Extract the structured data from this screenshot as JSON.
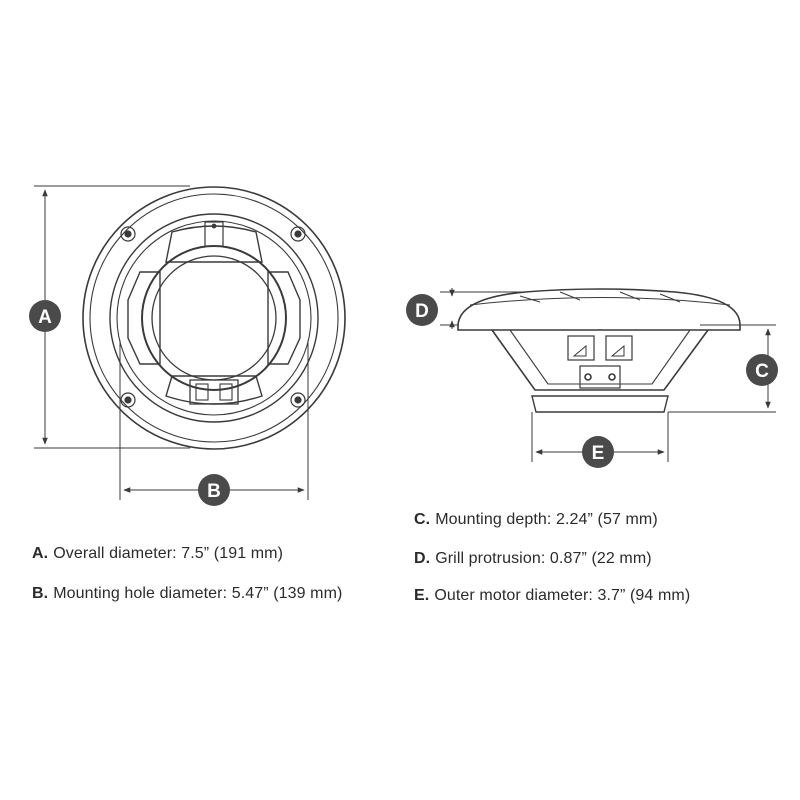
{
  "badges": [
    "A",
    "B",
    "C",
    "D",
    "E"
  ],
  "specs": [
    {
      "letter": "A.",
      "text": "Overall diameter: 7.5” (191 mm)"
    },
    {
      "letter": "B.",
      "text": "Mounting hole diameter: 5.47” (139 mm)"
    },
    {
      "letter": "C.",
      "text": "Mounting depth: 2.24” (57 mm)"
    },
    {
      "letter": "D.",
      "text": "Grill protrusion: 0.87” (22 mm)"
    },
    {
      "letter": "E.",
      "text": "Outer motor diameter: 3.7” (94 mm)"
    }
  ],
  "colors": {
    "line": "#3a3a3a",
    "badge": "#4a4a4a"
  }
}
